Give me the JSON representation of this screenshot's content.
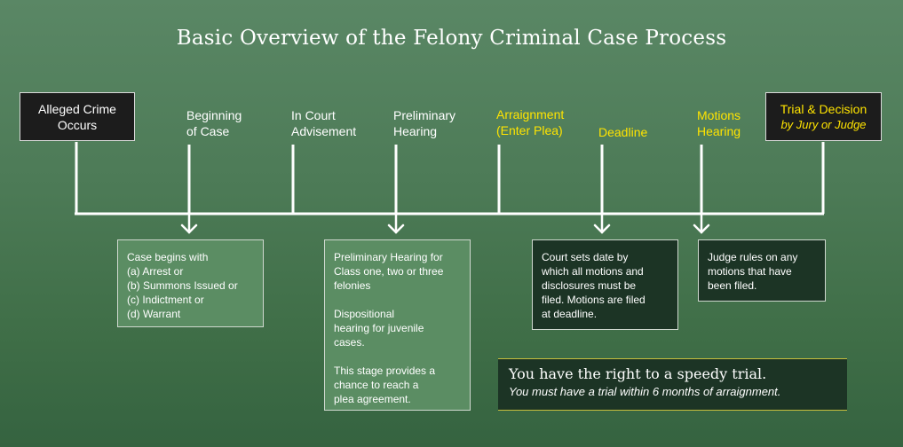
{
  "title": "Basic Overview of the Felony Criminal Case Process",
  "endpoints": {
    "start": {
      "label": "Alleged Crime\nOccurs"
    },
    "end": {
      "label": "Trial & Decision",
      "sub": "by Jury or Judge"
    }
  },
  "stages": [
    {
      "label": "Beginning\nof Case",
      "highlight": false
    },
    {
      "label": "In Court\nAdvisement",
      "highlight": false
    },
    {
      "label": "Preliminary\nHearing",
      "highlight": false
    },
    {
      "label": "Arraignment\n(Enter Plea)",
      "highlight": true
    },
    {
      "label": "Deadline",
      "highlight": true
    },
    {
      "label": "Motions\nHearing",
      "highlight": true
    }
  ],
  "details": [
    {
      "text": "Case begins with\n(a) Arrest or\n(b) Summons Issued or\n(c) Indictment or\n(d) Warrant"
    },
    {
      "text": "Preliminary Hearing for\nClass one, two or three\nfelonies\n\nDispositional\nhearing for juvenile\ncases.\n\nThis stage provides a\nchance to reach a\nplea agreement."
    },
    {
      "text": "Court sets date by\nwhich all motions and\ndisclosures must be\nfiled. Motions are filed\nat deadline."
    },
    {
      "text": "Judge rules on any\nmotions that have\nbeen filed."
    }
  ],
  "note": {
    "headline": "You have the right to a speedy trial.",
    "subline": "You must have a trial within 6 months of arraignment."
  },
  "colors": {
    "background": "#4d7b57",
    "highlight_text": "#ffe400",
    "line": "#ffffff",
    "dark_box": "#1c1c1c",
    "info_green": "#5b8d63",
    "info_dark": "#1c3425"
  }
}
